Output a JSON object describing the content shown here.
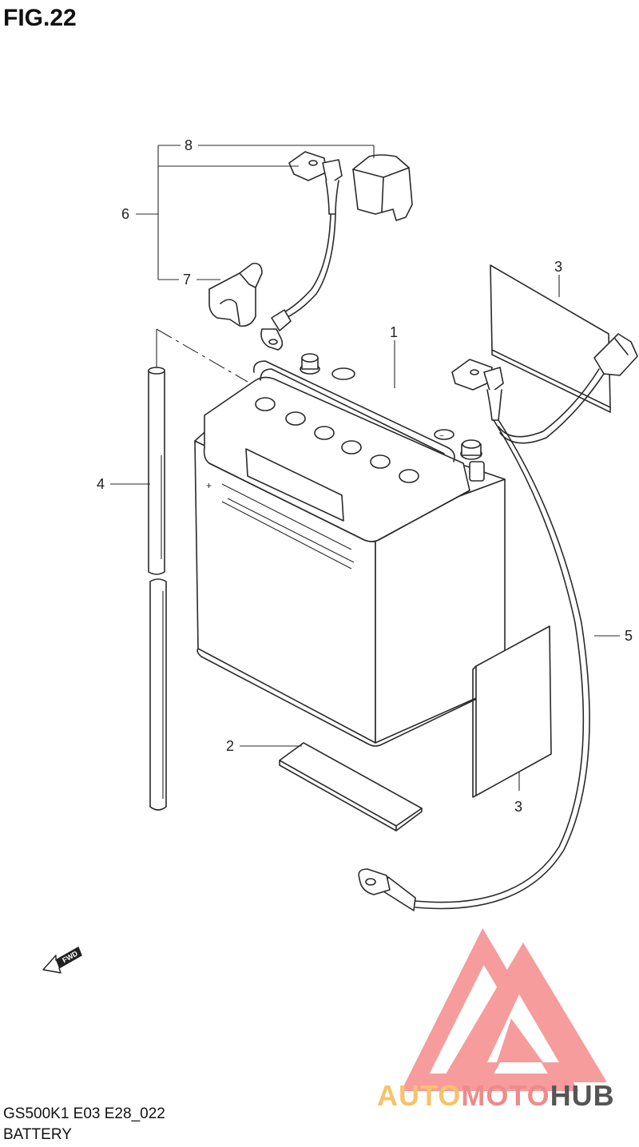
{
  "figure": {
    "title": "FIG.22"
  },
  "callouts": [
    {
      "id": "1",
      "label": "1"
    },
    {
      "id": "2",
      "label": "2"
    },
    {
      "id": "3a",
      "label": "3"
    },
    {
      "id": "3b",
      "label": "3"
    },
    {
      "id": "4",
      "label": "4"
    },
    {
      "id": "5",
      "label": "5"
    },
    {
      "id": "6",
      "label": "6"
    },
    {
      "id": "7",
      "label": "7"
    },
    {
      "id": "8",
      "label": "8"
    }
  ],
  "arrow": {
    "label": "FWD",
    "icon": "forward-arrow-icon"
  },
  "footer": {
    "model_code": "GS500K1  E03  E28_022",
    "section": "BATTERY"
  },
  "watermark": {
    "icon": "automotohub-logo-icon",
    "part1": "AUTO",
    "part2": "MOTO",
    "part3": "HUB",
    "colors": {
      "logo": "#f26b6b",
      "auto": "#f5c36a",
      "moto": "#f08a8a",
      "hub": "#555555"
    }
  }
}
